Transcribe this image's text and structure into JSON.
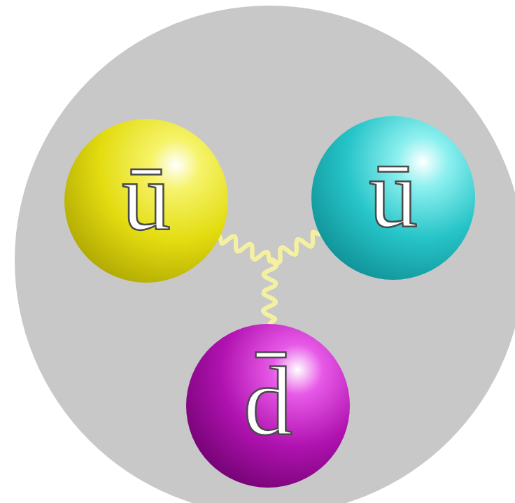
{
  "diagram": {
    "nodes": [
      {
        "text": [
          "ū"
        ]
      },
      {
        "text": [
          "ū"
        ]
      },
      {
        "text": [
          "d̄"
        ]
      }
    ],
    "edges": [
      {
        "from": 0,
        "to": 2,
        "arrow": "none"
      },
      {
        "from": 1,
        "to": 2,
        "arrow": "none"
      },
      {
        "from": 0,
        "to": 1,
        "arrow": "none"
      }
    ]
  }
}
